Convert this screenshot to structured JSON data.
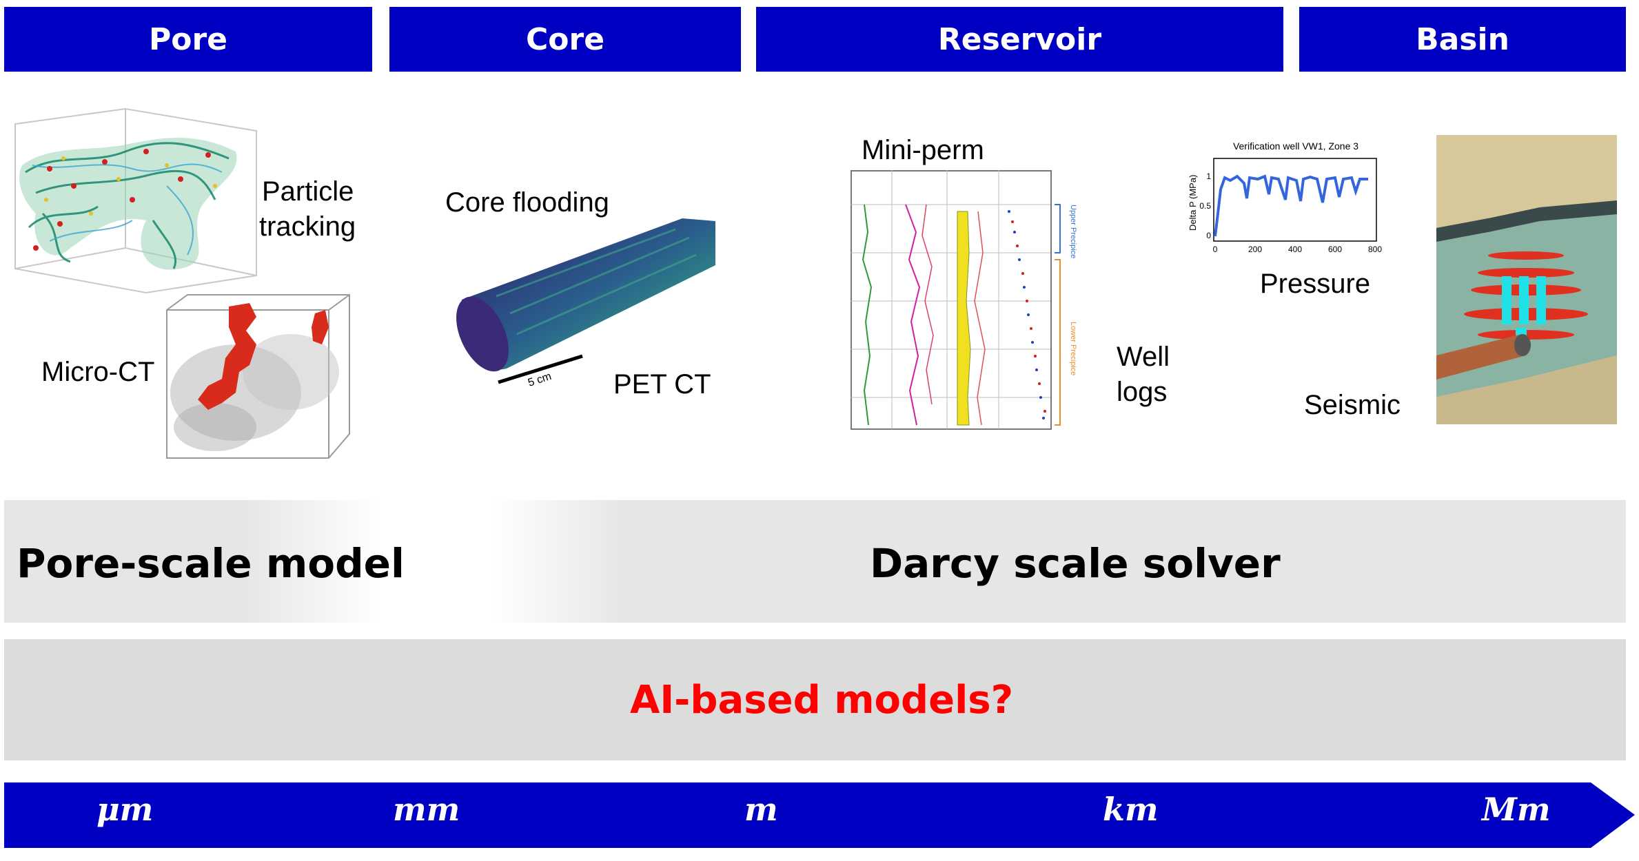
{
  "headers": {
    "pore": "Pore",
    "core": "Core",
    "reservoir": "Reservoir",
    "basin": "Basin"
  },
  "labels": {
    "particle_tracking_1": "Particle",
    "particle_tracking_2": "tracking",
    "micro_ct": "Micro-CT",
    "core_flooding": "Core flooding",
    "pet_ct": "PET CT",
    "scale_bar": "5 cm",
    "mini_perm": "Mini-perm",
    "well_logs_1": "Well",
    "well_logs_2": "logs",
    "upper_precipice": "Upper Precipice",
    "lower_precipice": "Lower Precipice",
    "pressure": "Pressure",
    "seismic": "Seismic"
  },
  "pressure_chart": {
    "title": "Verification well VW1, Zone 3",
    "ylabel": "Delta P (MPa)",
    "xticks": [
      "0",
      "200",
      "400",
      "600",
      "800"
    ],
    "yticks": [
      "0",
      "0.5",
      "1"
    ]
  },
  "bands": {
    "pore_scale": "Pore-scale model",
    "darcy": "Darcy scale solver",
    "ai": "AI-based models?"
  },
  "scale_units": [
    "μm",
    "mm",
    "m",
    "km",
    "Mm"
  ],
  "colors": {
    "header_blue": "#0000c2",
    "ai_red": "#ff0000",
    "band_gray": "#e6e6e6"
  }
}
